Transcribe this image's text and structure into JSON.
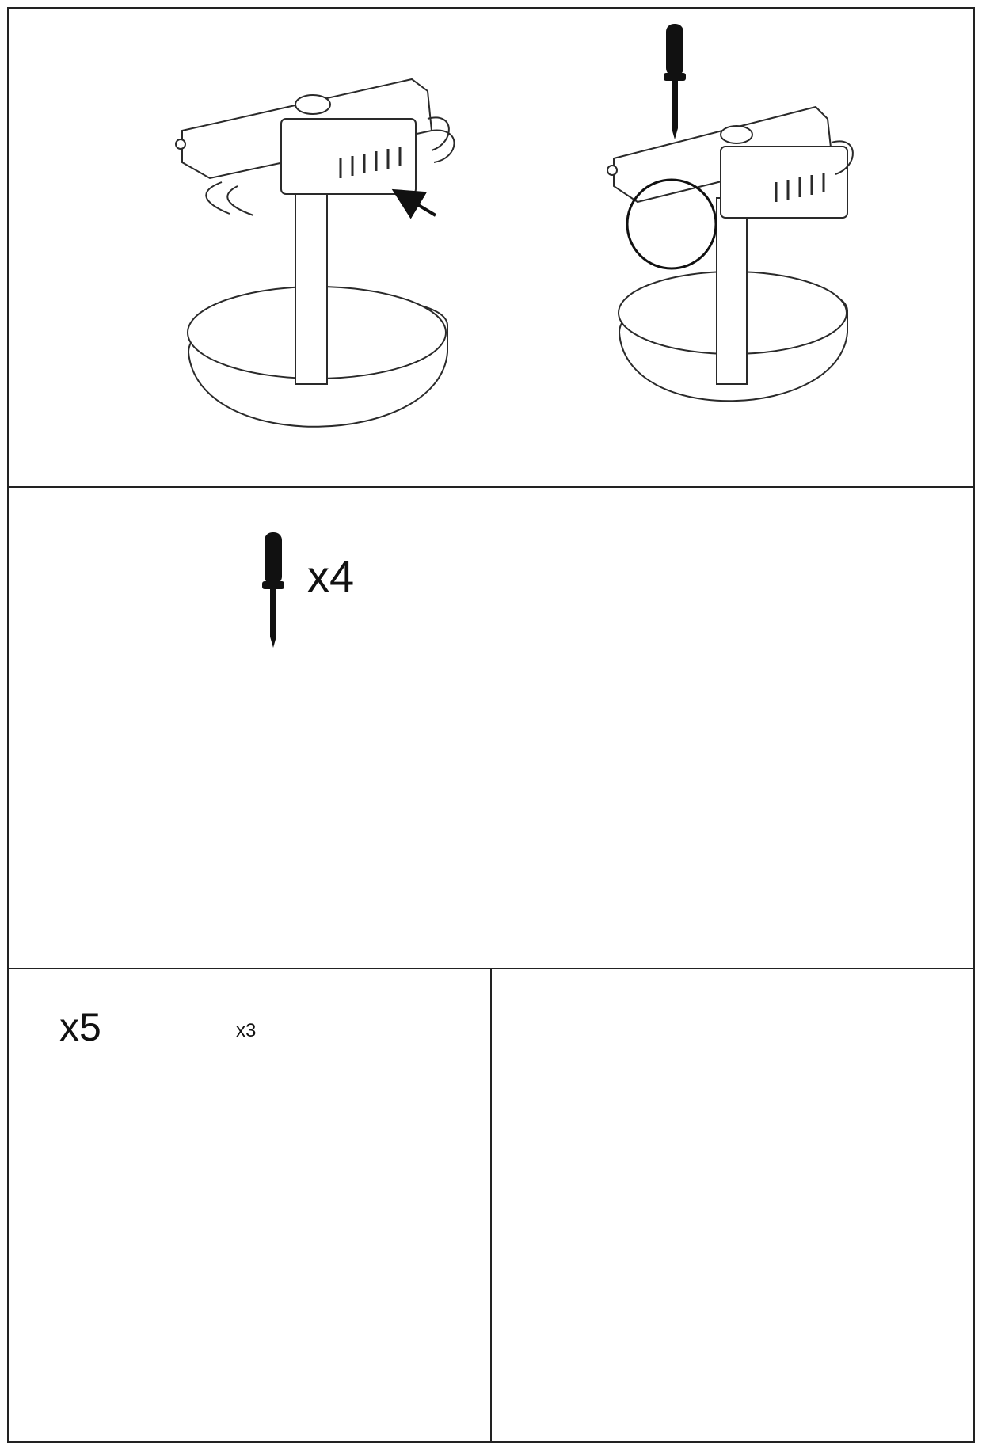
{
  "panels": [
    {
      "id": "step-1",
      "description_shown": false
    },
    {
      "id": "step-2",
      "description_shown": false
    },
    {
      "id": "step-3",
      "description_shown": false
    },
    {
      "id": "step-4",
      "description_shown": false
    }
  ],
  "labels": {
    "screw_count_canopy": "x4",
    "blade_count": "x5",
    "screws_per_blade": "x3"
  },
  "colors": {
    "line": "#2a2a2a",
    "fill": "#ffffff",
    "tool": "#111111"
  },
  "icons": [
    "screwdriver-icon",
    "screw-icon",
    "arrow-icon",
    "detail-circle-icon"
  ]
}
